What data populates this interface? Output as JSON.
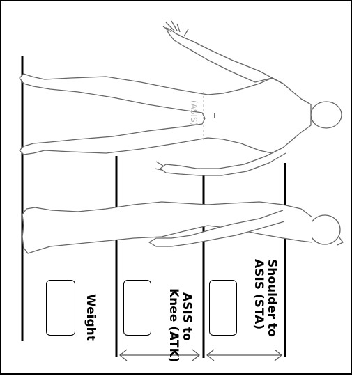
{
  "labels": {
    "sta_line1": "Shoulder to",
    "sta_line2": "ASIS (STA)",
    "atk_line1": "ASIS to",
    "atk_line2": "Knee (ATK)",
    "weight": "Weight",
    "asis_marker": "(ASIS)"
  },
  "colors": {
    "line": "#000000",
    "figure_outline": "#666666",
    "asis_text": "#b0b0b0"
  },
  "icons": [
    "front-body-figure",
    "side-body-figure",
    "double-arrow-icon"
  ]
}
